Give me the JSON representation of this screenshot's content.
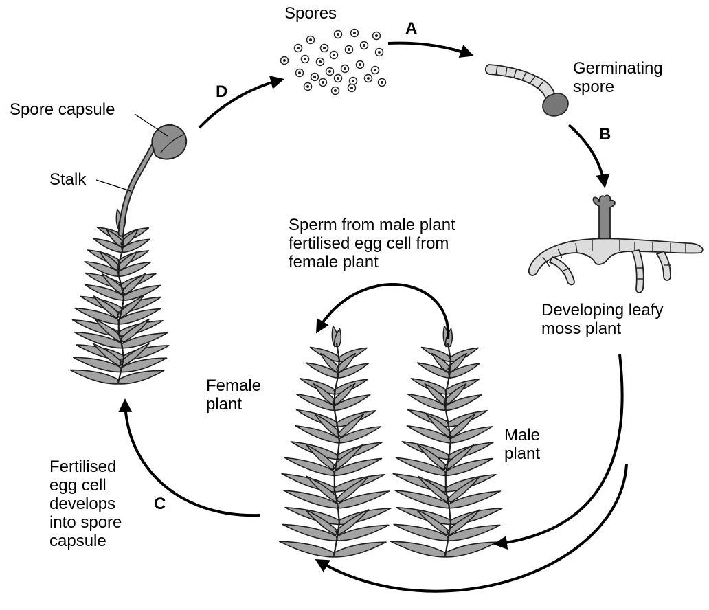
{
  "labels": {
    "spores": "Spores",
    "germinating_spore": "Germinating\nspore",
    "developing_plant": "Developing leafy\nmoss plant",
    "sperm_note": "Sperm from male plant\nfertilised egg cell from\nfemale plant",
    "female_plant": "Female\nplant",
    "male_plant": "Male\nplant",
    "fertilised_note": "Fertilised\negg cell\ndevelops\ninto spore\ncapsule",
    "spore_capsule": "Spore capsule",
    "stalk": "Stalk"
  },
  "steps": {
    "a": "A",
    "b": "B",
    "c": "C",
    "d": "D"
  },
  "colors": {
    "plant_fill": "#a3a3a3",
    "capsule_fill": "#8c8c8c",
    "thread_fill": "#dcdcdc",
    "outline": "#1e1e1e",
    "background": "#ffffff"
  }
}
